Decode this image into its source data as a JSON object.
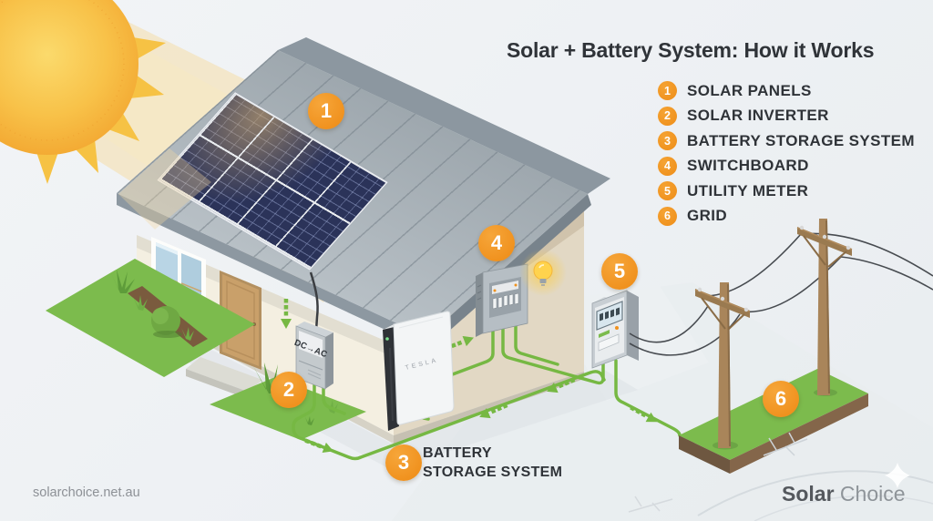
{
  "title": "Solar + Battery System: How it Works",
  "legend": {
    "items": [
      {
        "num": "1",
        "label": "SOLAR PANELS"
      },
      {
        "num": "2",
        "label": "SOLAR INVERTER"
      },
      {
        "num": "3",
        "label": "BATTERY STORAGE SYSTEM"
      },
      {
        "num": "4",
        "label": "SWITCHBOARD"
      },
      {
        "num": "5",
        "label": "UTILITY METER"
      },
      {
        "num": "6",
        "label": "GRID"
      }
    ]
  },
  "diagram": {
    "inverter_label": "DC→AC",
    "battery_brand": "TESLA",
    "battery_callout": {
      "line1": "BATTERY",
      "line2": "STORAGE SYSTEM"
    }
  },
  "footer": {
    "website": "solarchoice.net.au",
    "brand": {
      "bold": "Solar",
      "light": "Choice"
    }
  },
  "colors": {
    "accent_orange": "#F0921E",
    "wire_green": "#76B843",
    "grass_green": "#7CBB4D",
    "roof_gray": "#A8B2B9",
    "panel_navy": "#2B3359",
    "sun_yellow": "#F8C249",
    "text_dark": "#2F3338",
    "text_gray": "#8D9196"
  }
}
